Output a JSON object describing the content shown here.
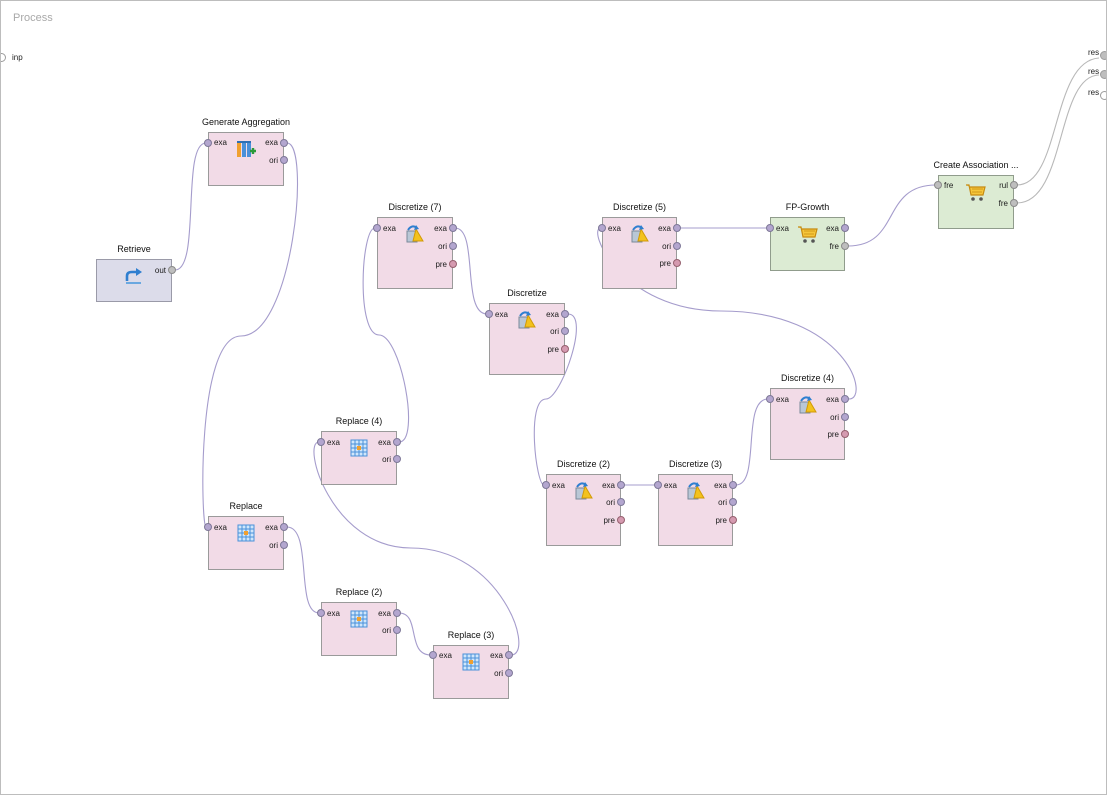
{
  "canvas": {
    "title": "Process"
  },
  "process_ports": {
    "input": {
      "label": "inp"
    },
    "outputs": [
      {
        "label": "res"
      },
      {
        "label": "res"
      },
      {
        "label": "res"
      }
    ]
  },
  "operators": {
    "retrieve": {
      "label": "Retrieve",
      "icon": "retrieve-icon",
      "ports": {
        "out": [
          "out"
        ]
      }
    },
    "generate_aggregation": {
      "label": "Generate Aggregation",
      "icon": "aggregate-icon",
      "ports": {
        "in": [
          "exa"
        ],
        "out": [
          "exa",
          "ori"
        ]
      }
    },
    "replace": {
      "label": "Replace",
      "icon": "replace-icon",
      "ports": {
        "in": [
          "exa"
        ],
        "out": [
          "exa",
          "ori"
        ]
      }
    },
    "replace_2": {
      "label": "Replace (2)",
      "icon": "replace-icon",
      "ports": {
        "in": [
          "exa"
        ],
        "out": [
          "exa",
          "ori"
        ]
      }
    },
    "replace_3": {
      "label": "Replace (3)",
      "icon": "replace-icon",
      "ports": {
        "in": [
          "exa"
        ],
        "out": [
          "exa",
          "ori"
        ]
      }
    },
    "replace_4": {
      "label": "Replace (4)",
      "icon": "replace-icon",
      "ports": {
        "in": [
          "exa"
        ],
        "out": [
          "exa",
          "ori"
        ]
      }
    },
    "discretize_7": {
      "label": "Discretize (7)",
      "icon": "discretize-icon",
      "ports": {
        "in": [
          "exa"
        ],
        "out": [
          "exa",
          "ori",
          "pre"
        ]
      }
    },
    "discretize": {
      "label": "Discretize",
      "icon": "discretize-icon",
      "ports": {
        "in": [
          "exa"
        ],
        "out": [
          "exa",
          "ori",
          "pre"
        ]
      }
    },
    "discretize_2": {
      "label": "Discretize (2)",
      "icon": "discretize-icon",
      "ports": {
        "in": [
          "exa"
        ],
        "out": [
          "exa",
          "ori",
          "pre"
        ]
      }
    },
    "discretize_3": {
      "label": "Discretize (3)",
      "icon": "discretize-icon",
      "ports": {
        "in": [
          "exa"
        ],
        "out": [
          "exa",
          "ori",
          "pre"
        ]
      }
    },
    "discretize_4": {
      "label": "Discretize (4)",
      "icon": "discretize-icon",
      "ports": {
        "in": [
          "exa"
        ],
        "out": [
          "exa",
          "ori",
          "pre"
        ]
      }
    },
    "discretize_5": {
      "label": "Discretize (5)",
      "icon": "discretize-icon",
      "ports": {
        "in": [
          "exa"
        ],
        "out": [
          "exa",
          "ori",
          "pre"
        ]
      }
    },
    "fp_growth": {
      "label": "FP-Growth",
      "icon": "shopping-cart-icon",
      "ports": {
        "in": [
          "exa"
        ],
        "out": [
          "exa",
          "fre"
        ]
      }
    },
    "create_association": {
      "label": "Create Association ...",
      "icon": "shopping-cart-icon",
      "ports": {
        "in": [
          "fre"
        ],
        "out": [
          "rul",
          "fre"
        ]
      }
    }
  },
  "colors": {
    "operator_fill": "#f2dbe7",
    "modeling_fill": "#dcebd3",
    "retrieve_fill": "#dcdcea",
    "wire": "#a59ccc",
    "wire_gray": "#b8b8b8"
  }
}
